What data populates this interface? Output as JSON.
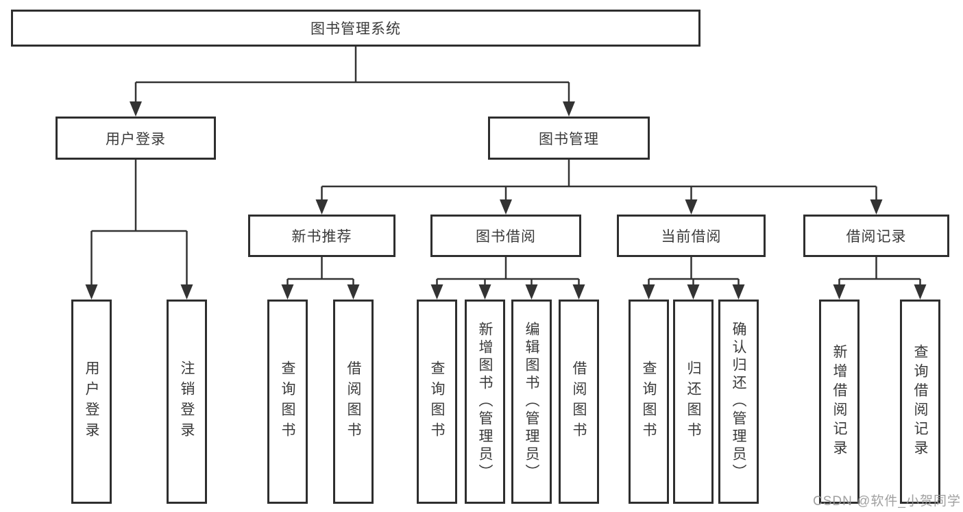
{
  "diagram": {
    "root": {
      "label": "图书管理系统"
    },
    "level2": [
      {
        "label": "用户登录"
      },
      {
        "label": "图书管理"
      }
    ],
    "level3": [
      {
        "label": "新书推荐"
      },
      {
        "label": "图书借阅"
      },
      {
        "label": "当前借阅"
      },
      {
        "label": "借阅记录"
      }
    ],
    "leaves": [
      {
        "label": "用户登录"
      },
      {
        "label": "注销登录"
      },
      {
        "label": "查询图书"
      },
      {
        "label": "借阅图书"
      },
      {
        "label": "查询图书"
      },
      {
        "label": "新增图书（管理员）"
      },
      {
        "label": "编辑图书（管理员）"
      },
      {
        "label": "借阅图书"
      },
      {
        "label": "查询图书"
      },
      {
        "label": "归还图书"
      },
      {
        "label": "确认归还（管理员）"
      },
      {
        "label": "新增借阅记录"
      },
      {
        "label": "查询借阅记录"
      }
    ],
    "watermark": "CSDN @软件_小贺同学",
    "colors": {
      "line": "#333333",
      "border": "#2e2e2e",
      "text": "#3a3a3a",
      "watermark": "#969696",
      "background": "#ffffff"
    }
  }
}
